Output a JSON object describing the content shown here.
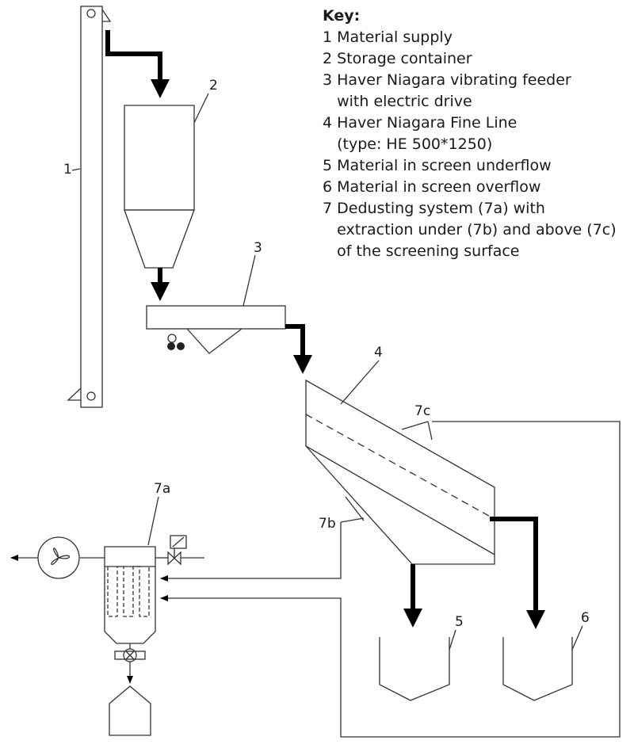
{
  "key": {
    "title": "Key:",
    "lines": [
      "1 Material supply",
      "2 Storage container",
      "3 Haver Niagara vibrating feeder",
      "   with electric drive",
      "4 Haver Niagara Fine Line",
      "   (type: HE 500*1250)",
      "5 Material in screen underflow",
      "6 Material in screen overflow",
      "7 Dedusting system (7a) with",
      "   extraction under (7b) and above (7c)",
      "   of the screening surface"
    ]
  },
  "labels": {
    "l1": "1",
    "l2": "2",
    "l3": "3",
    "l4": "4",
    "l5": "5",
    "l6": "6",
    "l7a": "7a",
    "l7b": "7b",
    "l7c": "7c"
  }
}
